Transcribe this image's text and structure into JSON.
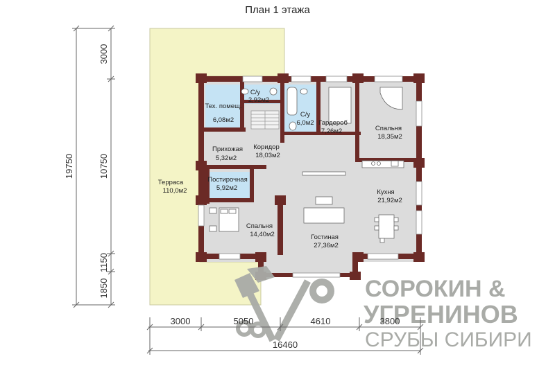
{
  "title": "План 1 этажа",
  "dimensions": {
    "left_outer": "19750",
    "left_inner": [
      "3000",
      "10750",
      "1150",
      "1850"
    ],
    "bottom_segments": [
      "3000",
      "5050",
      "4610",
      "3800"
    ],
    "bottom_total": "16460"
  },
  "rooms": {
    "terrace": {
      "name": "Терраса",
      "area": "110,0м2"
    },
    "tech": {
      "name": "Тех. помещ.",
      "area": "6,08м2"
    },
    "wc1": {
      "name": "С/у",
      "area": "2,92м2"
    },
    "wc2": {
      "name": "С/у",
      "area": "6,0м2"
    },
    "wardrobe": {
      "name": "Гардероб",
      "area": "7,26м2"
    },
    "bedroom1": {
      "name": "Спальня",
      "area": "18,35м2"
    },
    "hall": {
      "name": "Прихожая",
      "area": "5,32м2"
    },
    "corridor": {
      "name": "Коридор",
      "area": "18,03м2"
    },
    "laundry": {
      "name": "Постирочная",
      "area": "5,92м2"
    },
    "kitchen": {
      "name": "Кухня",
      "area": "21,92м2"
    },
    "bedroom2": {
      "name": "Спальня",
      "area": "14,40м2"
    },
    "living": {
      "name": "Гостиная",
      "area": "27,36м2"
    }
  },
  "logo": {
    "line1": "СОРОКИН &",
    "line2": "УГРЕНИНОВ",
    "line3": "СРУБЫ СИБИРИ"
  },
  "colors": {
    "terrace": "#f4f4c6",
    "floor": "#dcdcdc",
    "wet_rooms": "#c5e3f4",
    "walls": "#6b2a26",
    "logo": "#a9aba7"
  }
}
